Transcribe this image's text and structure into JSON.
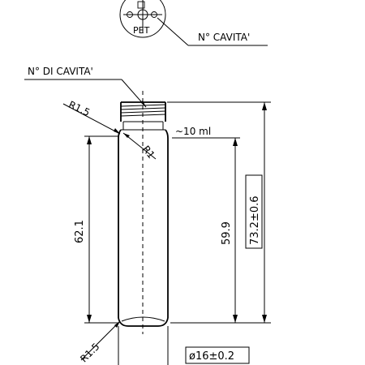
{
  "labels": {
    "cavity_number_top": "N° CAVITA'",
    "cavity_number_side": "N° DI CAVITA'",
    "material": "PET",
    "volume": "~10  ml"
  },
  "dimensions": {
    "neck_radius": "R1.5",
    "shoulder_radius": "R1",
    "bottom_radius": "R1.5",
    "body_height": "62.1",
    "fill_height": "59.9",
    "total_height": "73.2±0.6",
    "diameter": "ø16±0.2"
  }
}
